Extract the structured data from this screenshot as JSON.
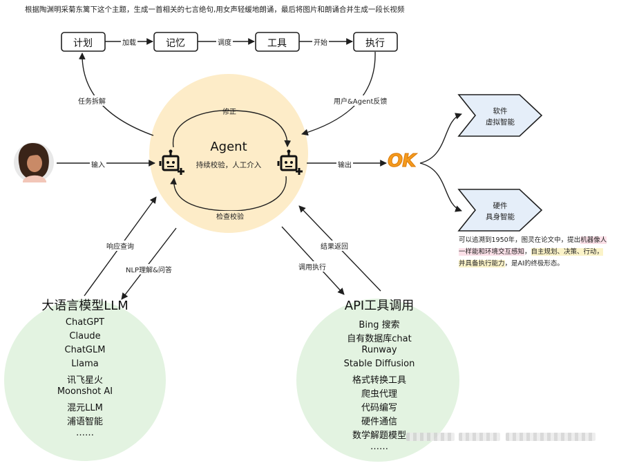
{
  "header": {
    "instruction": "根据陶渊明采菊东篱下这个主题，生成一首相关的七言绝句,用女声轻缓地朗诵，最后将图片和朗诵合并生成一段长视频"
  },
  "pipeline": {
    "boxes": [
      "计划",
      "记忆",
      "工具",
      "执行"
    ],
    "arrows": [
      "加载",
      "调度",
      "开始"
    ]
  },
  "agent": {
    "title": "Agent",
    "subtitle": "持续校验，人工介入",
    "top_loop": "修正",
    "bottom_loop": "检查校验"
  },
  "edges": {
    "task_decompose": "任务拆解",
    "feedback": "用户&Agent反馈",
    "input": "输入",
    "output": "输出",
    "response_query": "响应查询",
    "nlp": "NLP理解&问答",
    "call_execute": "调用执行",
    "result_return": "结果返回"
  },
  "ok_badge": "OK",
  "outputs": {
    "software": [
      "软件",
      "虚拟智能"
    ],
    "hardware": [
      "硬件",
      "具身智能"
    ]
  },
  "description": {
    "part1": "可以追溯到1950年，图灵在论文中，提出",
    "highlight_pink": "机器像人一样能和环境交互感知",
    "part2": "，",
    "highlight_yellow": "自主规划、决策、行动，并具备执行能力",
    "part3": "，是AI的终极形态。"
  },
  "llm": {
    "title": "大语言模型LLM",
    "items": [
      "ChatGPT",
      "Claude",
      "ChatGLM",
      "Llama",
      "讯飞星火",
      "Moonshot AI",
      "混元LLM",
      "浦语智能",
      "……"
    ]
  },
  "api": {
    "title": "API工具调用",
    "items": [
      "Bing 搜索",
      "自有数据库chat",
      "Runway",
      "Stable Diffusion",
      "格式转换工具",
      "爬虫代理",
      "代码编写",
      "硬件通信",
      "数学解题模型",
      "……"
    ]
  },
  "colors": {
    "agent_circle": "#fdecc8",
    "green_circle": "#e3f3e1",
    "output_shape": "#e5eef9",
    "ok_orange": "#f59a1d",
    "line": "#1f1f1f"
  },
  "icons": {
    "avatar": "user-avatar-icon",
    "robot": "robot-add-icon"
  }
}
